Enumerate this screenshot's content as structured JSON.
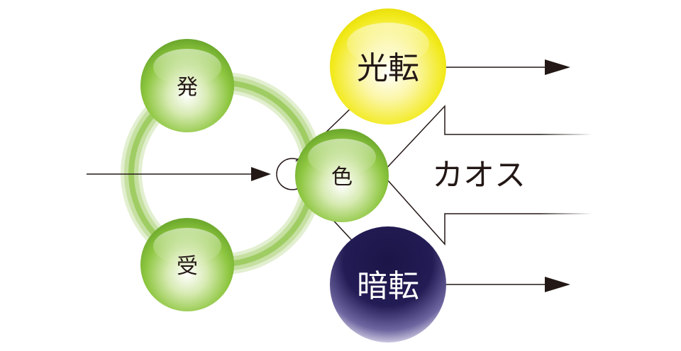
{
  "nodes": {
    "hatsu": "発",
    "ju": "受",
    "shiki": "色",
    "kouten": "光転",
    "anten": "暗転"
  },
  "chaos_label": "カオス",
  "colors": {
    "green_sphere": "#8cc63f",
    "ring": "#b7d98a",
    "yellow_sphere": "#f2ec2e",
    "navy_sphere": "#1b1547",
    "line": "#231815"
  }
}
